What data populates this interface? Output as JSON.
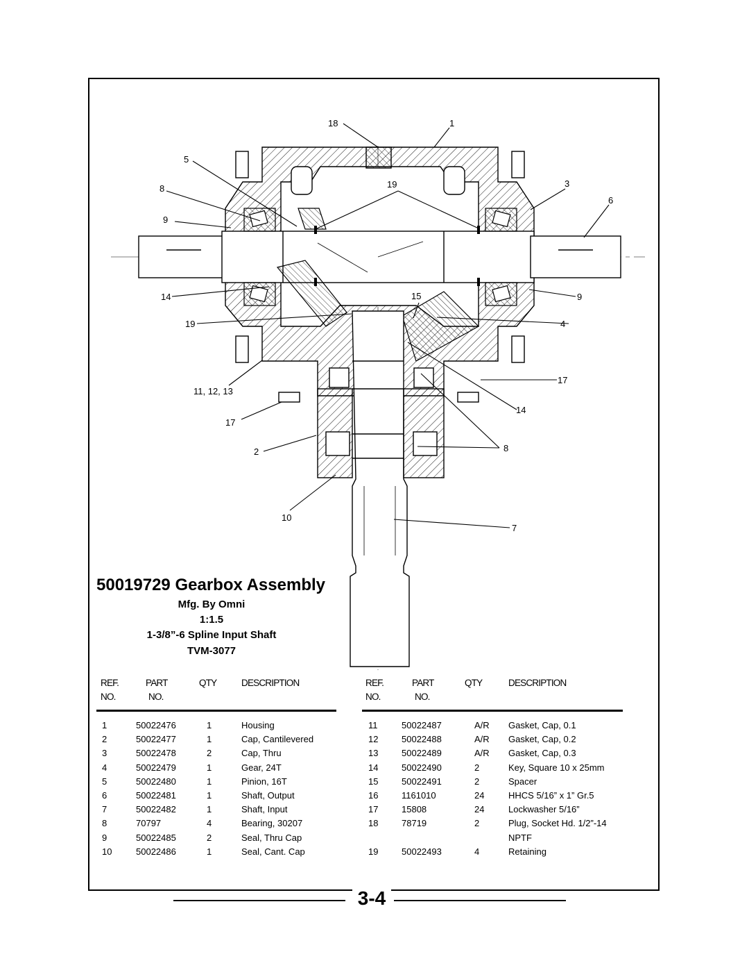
{
  "page": {
    "title": "50019729 Gearbox Assembly",
    "subtitle_lines": [
      "Mfg. By Omni",
      "1:1.5",
      "1-3/8”-6 Spline Input Shaft",
      "TVM-3077"
    ],
    "page_number": "3-4"
  },
  "diagram": {
    "callouts": [
      "18",
      "1",
      "5",
      "19",
      "3",
      "8",
      "6",
      "9",
      "14",
      "15",
      "9",
      "19",
      "4",
      "17",
      "11, 12, 13",
      "14",
      "17",
      "2",
      "8",
      "10",
      "7"
    ]
  },
  "table": {
    "headers": {
      "ref_1": "Ref.",
      "ref_2": "No.",
      "part_1": "Part",
      "part_2": "No.",
      "qty": "Qty",
      "description": "Description"
    },
    "left_rows": [
      {
        "ref": "1",
        "part": "50022476",
        "qty": "1",
        "desc": "Housing"
      },
      {
        "ref": "2",
        "part": "50022477",
        "qty": "1",
        "desc": "Cap, Cantilevered"
      },
      {
        "ref": "3",
        "part": "50022478",
        "qty": "2",
        "desc": "Cap, Thru"
      },
      {
        "ref": "4",
        "part": "50022479",
        "qty": "1",
        "desc": "Gear, 24T"
      },
      {
        "ref": "5",
        "part": "50022480",
        "qty": "1",
        "desc": "Pinion, 16T"
      },
      {
        "ref": "6",
        "part": "50022481",
        "qty": "1",
        "desc": "Shaft, Output"
      },
      {
        "ref": "7",
        "part": "50022482",
        "qty": "1",
        "desc": "Shaft, Input"
      },
      {
        "ref": "8",
        "part": "70797",
        "qty": "4",
        "desc": "Bearing, 30207"
      },
      {
        "ref": "9",
        "part": "50022485",
        "qty": "2",
        "desc": "Seal, Thru Cap"
      },
      {
        "ref": "10",
        "part": "50022486",
        "qty": "1",
        "desc": "Seal, Cant. Cap"
      }
    ],
    "right_rows": [
      {
        "ref": "11",
        "part": "50022487",
        "qty": "A/R",
        "desc": "Gasket, Cap, 0.1"
      },
      {
        "ref": "12",
        "part": "50022488",
        "qty": "A/R",
        "desc": "Gasket, Cap, 0.2"
      },
      {
        "ref": "13",
        "part": "50022489",
        "qty": "A/R",
        "desc": "Gasket, Cap, 0.3"
      },
      {
        "ref": "14",
        "part": "50022490",
        "qty": "2",
        "desc": "Key, Square 10 x 25mm"
      },
      {
        "ref": "15",
        "part": "50022491",
        "qty": "2",
        "desc": "Spacer"
      },
      {
        "ref": "16",
        "part": "1161010",
        "qty": "24",
        "desc": "HHCS 5/16” x 1” Gr.5"
      },
      {
        "ref": "17",
        "part": "15808",
        "qty": "24",
        "desc": "Lockwasher 5/16”"
      },
      {
        "ref": "18",
        "part": "78719",
        "qty": "2",
        "desc": "Plug, Socket Hd. 1/2”-14"
      },
      {
        "ref": "",
        "part": "",
        "qty": "",
        "desc": "NPTF"
      },
      {
        "ref": "19",
        "part": "50022493",
        "qty": "4",
        "desc": "Retaining"
      }
    ]
  }
}
